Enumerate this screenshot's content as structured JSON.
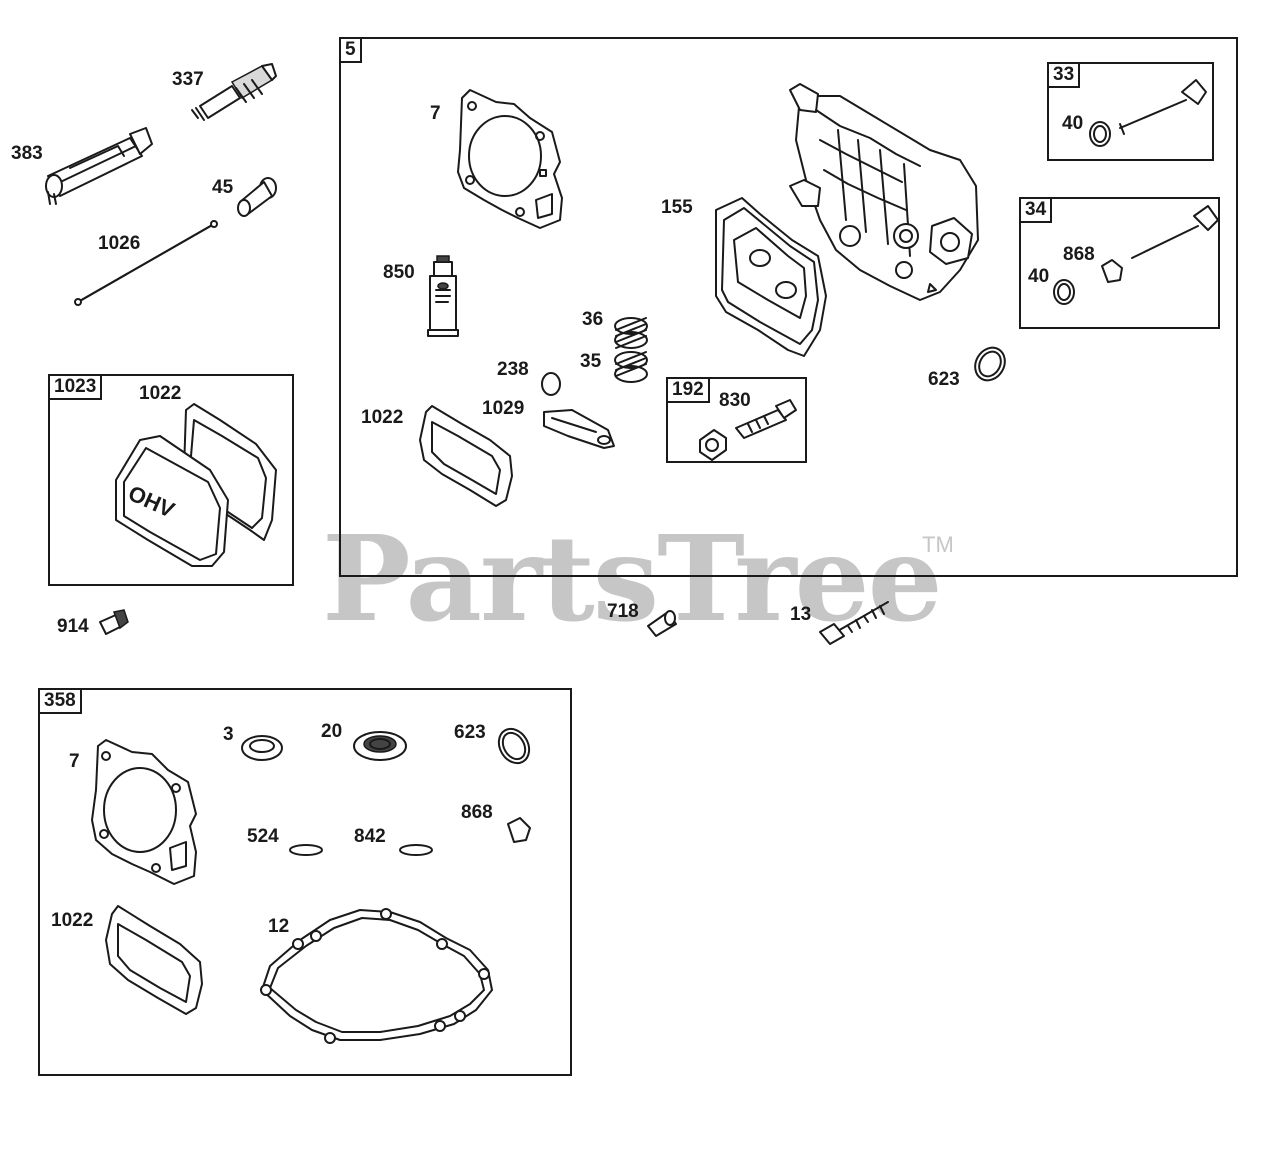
{
  "watermark": {
    "text": "PartsTree",
    "trademark": "TM"
  },
  "boxes": {
    "b5": "5",
    "b33": "33",
    "b34": "34",
    "b192": "192",
    "b1023": "1023",
    "b358": "358"
  },
  "labels": {
    "l337": "337",
    "l383": "383",
    "l45": "45",
    "l1026": "1026",
    "l7": "7",
    "l850": "850",
    "l155": "155",
    "l36": "36",
    "l35": "35",
    "l238": "238",
    "l1022a": "1022",
    "l1029": "1029",
    "l830": "830",
    "l623a": "623",
    "l40a": "40",
    "l40b": "40",
    "l868a": "868",
    "l1022b": "1022",
    "l914": "914",
    "l718": "718",
    "l13": "13",
    "l7b": "7",
    "l3": "3",
    "l20": "20",
    "l623b": "623",
    "l868b": "868",
    "l524": "524",
    "l842": "842",
    "l1022c": "1022",
    "l12": "12"
  },
  "cover_text": "OHV"
}
